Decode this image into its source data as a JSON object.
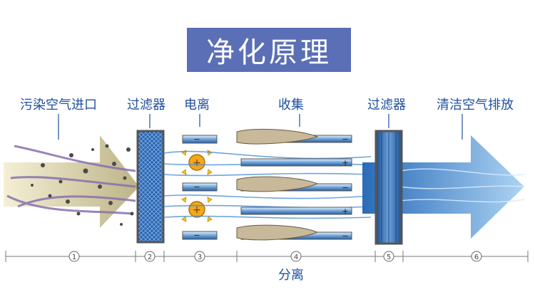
{
  "title": "净化原理",
  "stage_labels": {
    "inlet": "污染空气进口",
    "filter_1": "过滤器",
    "ionization": "电离",
    "collection": "收集",
    "filter_2": "过滤器",
    "outlet": "清洁空气排放"
  },
  "plate_signs": {
    "minus": "−",
    "plus": "+"
  },
  "steps": [
    "1",
    "2",
    "3",
    "4",
    "5",
    "6"
  ],
  "bottom_label": "分离",
  "colors": {
    "title_bg": "#5a6fb5",
    "label": "#1f4f9e",
    "filter": "#2c6bb8",
    "airflow": "#4a8fd8"
  }
}
